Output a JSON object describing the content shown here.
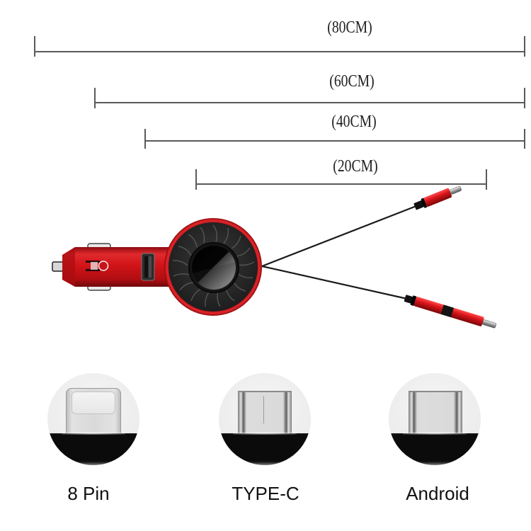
{
  "dimensions": {
    "unit": "CM",
    "lengths": [
      {
        "label": "(80CM)",
        "value": 80
      },
      {
        "label": "(60CM)",
        "value": 60
      },
      {
        "label": "(40CM)",
        "value": 40
      },
      {
        "label": "(20CM)",
        "value": 20
      }
    ]
  },
  "product": {
    "name": "retractable car charger",
    "colors": {
      "body": "#d1141a",
      "disc": "#2b2b2b",
      "cable": "#1a1a1a"
    },
    "icons": [
      "usb-port-icon",
      "led-indicator-icon"
    ]
  },
  "connectors": [
    {
      "label": "8 Pin",
      "icon": "lightning-plug-icon"
    },
    {
      "label": "TYPE-C",
      "icon": "usb-c-plug-icon"
    },
    {
      "label": "Android",
      "icon": "micro-usb-plug-icon"
    }
  ]
}
